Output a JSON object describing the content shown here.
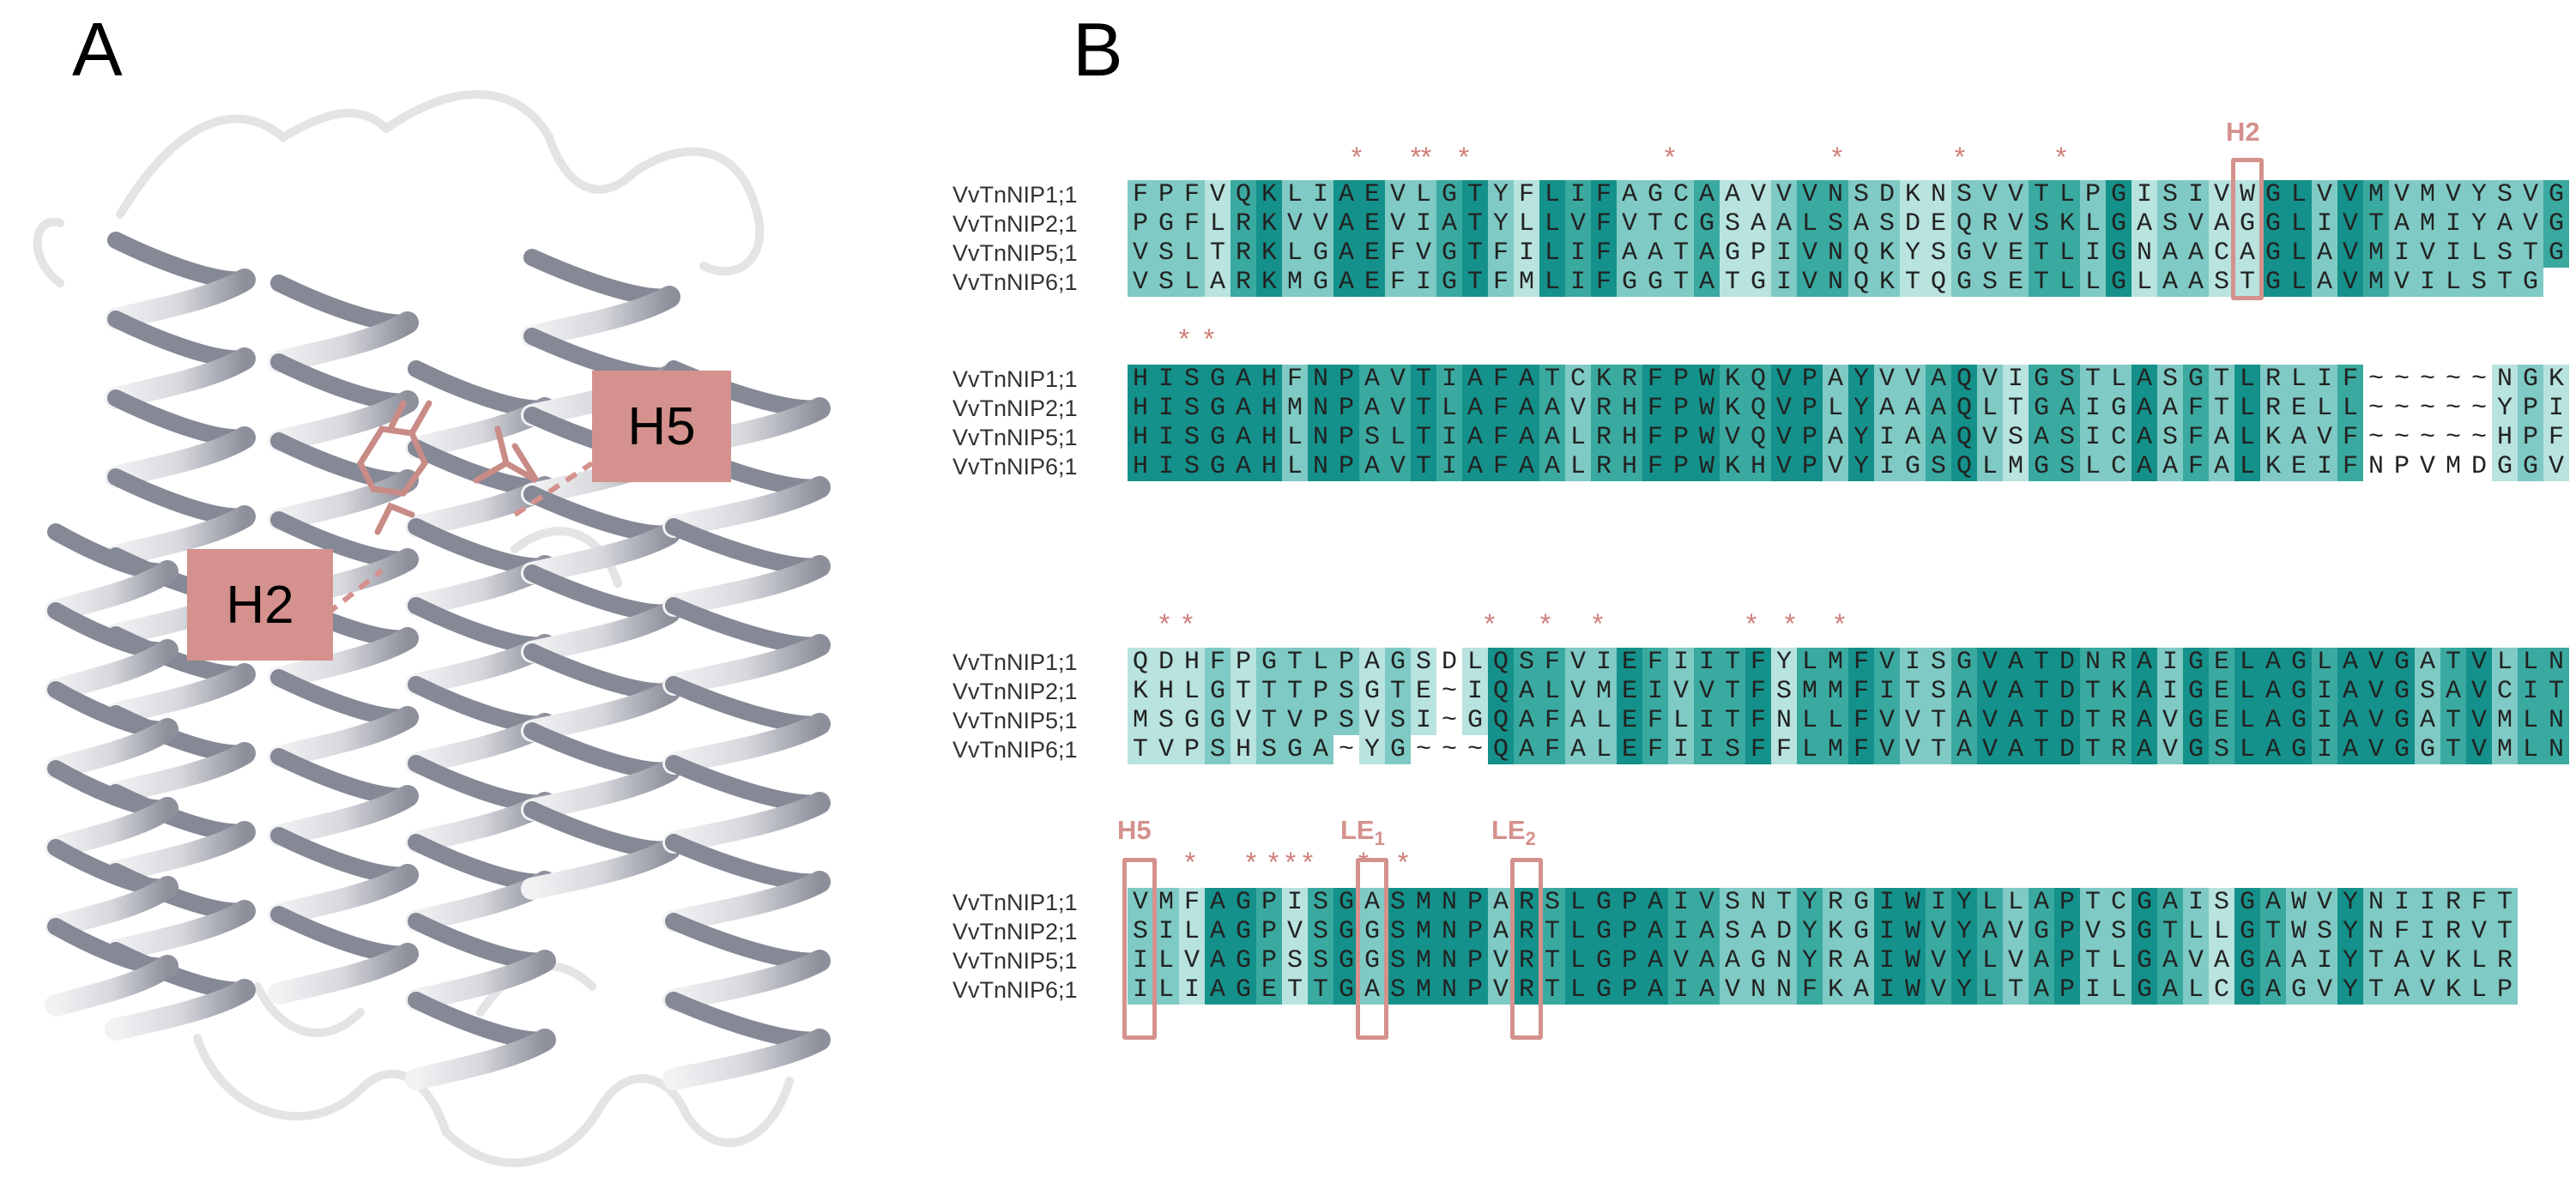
{
  "panel_a": {
    "letter": "A",
    "labels": {
      "h2": "H2",
      "h5": "H5"
    }
  },
  "panel_b": {
    "letter": "B",
    "blocks": [
      {
        "rows": [
          {
            "name": "VvTnNIP1;1",
            "seq": "FPFVQKLIAEVLGTYFLIFAGCAAVVVNSDKNSVVTLPGISIVWGLVVMVMVYSVG"
          },
          {
            "name": "VvTnNIP2;1",
            "seq": "PGFLRKVVAEVIATYLLVFVTCGSAALSASDEQRVSKLGASVAGGLIVTAMIYAVG"
          },
          {
            "name": "VvTnNIP5;1",
            "seq": "VSLTRKLGAEFVGTFILIFAATAGPIVNQKYSGVETLIGNAACAGLAVMIVILSTG"
          },
          {
            "name": "VvTnNIP6;1",
            "seq": "VSLARKMGAEFIGTFMLIFGGTATGIVNQKTQGSETLLGLAASTGLAVMVILSTG"
          }
        ]
      },
      {
        "rows": [
          {
            "name": "VvTnNIP1;1",
            "seq": "HISGAHFNPAVTIAFATCKRFPWKQVPAYVVAQVIGSTLASGTLRLIF~~~~~NGK"
          },
          {
            "name": "VvTnNIP2;1",
            "seq": "HISGAHMNPAVTLAFAAVRHFPWKQVPLYAAAQLTGAIGAAFTLRELL~~~~~YPI"
          },
          {
            "name": "VvTnNIP5;1",
            "seq": "HISGAHLNPSLTIAFAALRHFPWVQVPAYIAAQVSASICASFALKAVF~~~~~HPF"
          },
          {
            "name": "VvTnNIP6;1",
            "seq": "HISGAHLNPAVTIAFAALRHFPWKHVPVYIGSQLMGSLCAAFALKEIFNPVMDGGV"
          }
        ]
      },
      {
        "rows": [
          {
            "name": "VvTnNIP1;1",
            "seq": "QDHFPGTLPAGSDLQSFVIEFIITFYLMFVISGVATDNRAIGELAGLAVGATVLLN"
          },
          {
            "name": "VvTnNIP2;1",
            "seq": "KHLGTTTPSGTE~IQALVMEIVVTFSMMFITSAVATDTKAIGELAGIAVGSAVCIT"
          },
          {
            "name": "VvTnNIP5;1",
            "seq": "MSGGVTVPSVSI~GQAFALEFLITFNLLFVVTAVATDTRAVGELAGIAVGATVMLN"
          },
          {
            "name": "VvTnNIP6;1",
            "seq": "TVPSHSGA~YG~~~QAFALEFIISFFLMFVVTAVATDTRAVGSLAGIAVGGTVMLN"
          }
        ]
      },
      {
        "rows": [
          {
            "name": "VvTnNIP1;1",
            "seq": "VMFAGPISGASMNPARSLGPAIVSNTYRGIWIYLLAPTCGAISGAWVYNIIRFT"
          },
          {
            "name": "VvTnNIP2;1",
            "seq": "SILAGPVSGGSMNPARTLGPAIASADYKGIWVYAVGPVSGTLLGTWSYNFIRVT"
          },
          {
            "name": "VvTnNIP5;1",
            "seq": "ILVAGPSSGGSMNPVRTLGPAVAAGNYRAIWVYLVAPTLGAVAGAAIYTAVKLR"
          },
          {
            "name": "VvTnNIP6;1",
            "seq": "ILIAGETTGASMNPVRTLGPAIAVNNFKAIWVYLTAPILGALCGAGVYTAVKLP"
          }
        ]
      }
    ],
    "star_char": "*",
    "annotations": {
      "h2": "H2",
      "h5": "H5",
      "le1_main": "LE",
      "le1_sub": "1",
      "le2_main": "LE",
      "le2_sub": "2"
    }
  }
}
